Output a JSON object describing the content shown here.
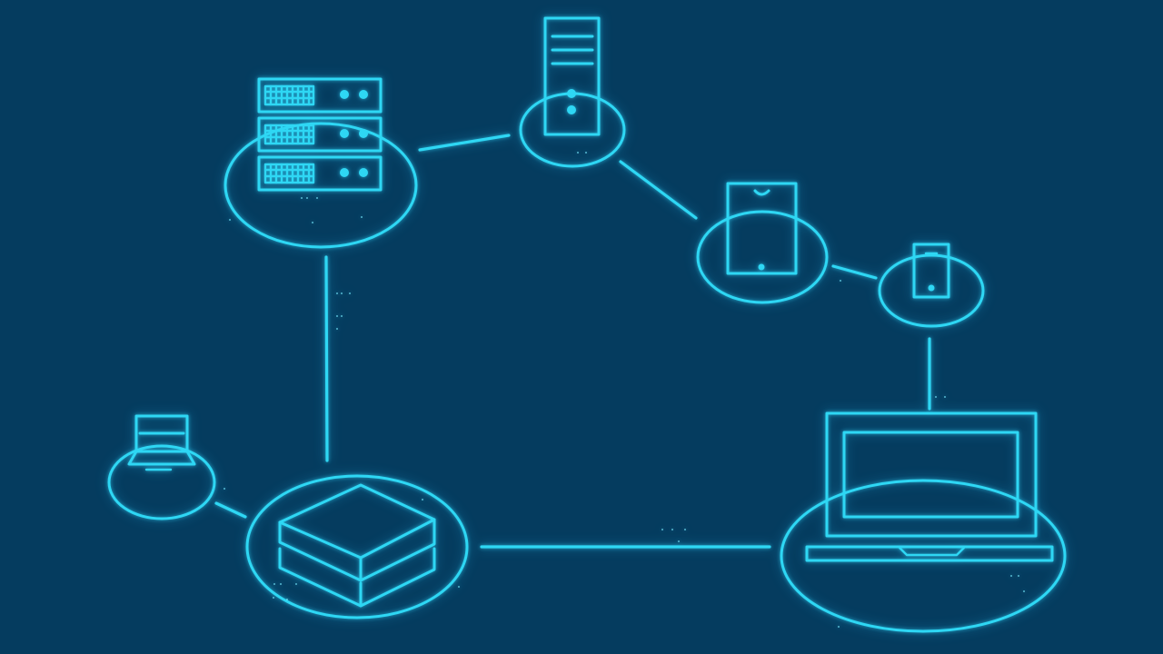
{
  "diagram": {
    "type": "network topology",
    "visible_text": [],
    "colors": {
      "background": "#053c5f",
      "line": "#2ed7f4",
      "glow": "#64e8ff"
    },
    "nodes": [
      {
        "id": "rack-server",
        "icon": "rack-server-icon"
      },
      {
        "id": "tower-server",
        "icon": "tower-server-icon"
      },
      {
        "id": "tablet",
        "icon": "tablet-icon"
      },
      {
        "id": "phone",
        "icon": "phone-icon"
      },
      {
        "id": "laptop-large",
        "icon": "laptop-icon"
      },
      {
        "id": "storage-stack",
        "icon": "storage-stack-icon"
      },
      {
        "id": "laptop-small",
        "icon": "laptop-icon"
      }
    ],
    "connections": [
      {
        "from": "rack-server",
        "to": "tower-server"
      },
      {
        "from": "tower-server",
        "to": "tablet"
      },
      {
        "from": "tablet",
        "to": "phone"
      },
      {
        "from": "phone",
        "to": "laptop-large"
      },
      {
        "from": "laptop-large",
        "to": "storage-stack"
      },
      {
        "from": "storage-stack",
        "to": "laptop-small"
      },
      {
        "from": "storage-stack",
        "to": "rack-server"
      }
    ]
  }
}
